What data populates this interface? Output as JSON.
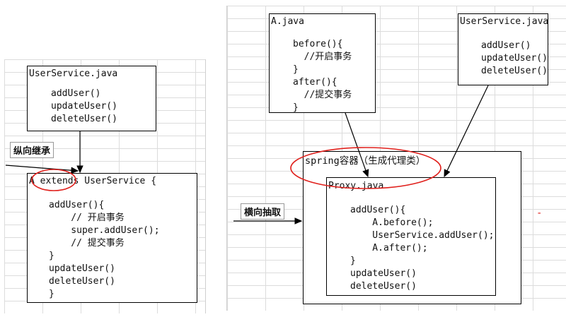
{
  "left_userservice": {
    "title": "UserService.java",
    "lines": [
      "addUser()",
      "updateUser()",
      "deleteUser()"
    ]
  },
  "label_vertical": "纵向继承",
  "class_a_extends": {
    "title_prefix": "A ",
    "title_keyword": "extends",
    "title_suffix": " UserService {",
    "lines": [
      "addUser(){",
      "    // 开启事务",
      "    super.addUser();",
      "    // 提交事务",
      "}",
      "updateUser()",
      "deleteUser()",
      "}"
    ]
  },
  "a_java": {
    "title": "A.java",
    "lines": [
      "before(){",
      "  //开启事务",
      "}",
      "after(){",
      "  //提交事务",
      "}"
    ]
  },
  "right_userservice": {
    "title": "UserService.java",
    "lines": [
      "addUser()",
      "updateUser()",
      "deleteUser()"
    ]
  },
  "label_horizontal": "横向抽取",
  "spring_container": {
    "title": "spring容器（生成代理类）"
  },
  "proxy_java": {
    "title": "Proxy.java",
    "lines": [
      "addUser(){",
      "    A.before();",
      "    UserService.addUser();",
      "    A.after();",
      "}",
      "updateUser()",
      "deleteUser()"
    ]
  },
  "stray_mark": "-",
  "colors": {
    "highlight_ellipse": "#e0201c",
    "box_border": "#000000",
    "grid": "#dcdcdc"
  }
}
